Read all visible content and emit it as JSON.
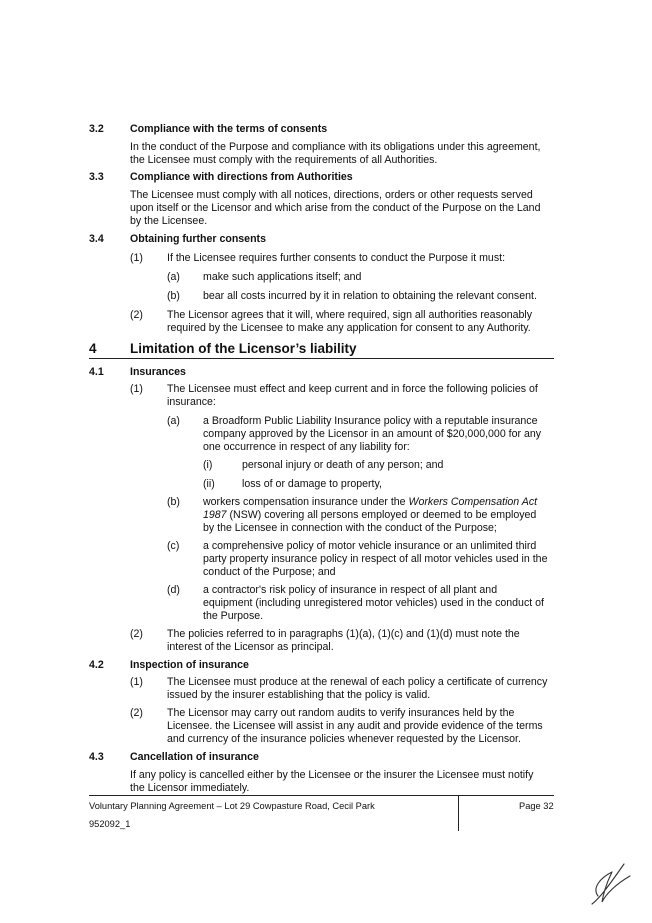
{
  "s32": {
    "num": "3.2",
    "title": "Compliance with the terms of consents",
    "l1": "In the conduct of the Purpose and compliance with its obligations under this agreement,",
    "l2": "the Licensee must comply with the requirements of all Authorities."
  },
  "s33": {
    "num": "3.3",
    "title": "Compliance with directions from Authorities",
    "l1": "The Licensee must comply with all notices, directions, orders or other requests served",
    "l2": "upon itself or the Licensor and which arise from the conduct of the Purpose on the Land",
    "l3": "by the Licensee."
  },
  "s34": {
    "num": "3.4",
    "title": "Obtaining further consents",
    "p1_num": "(1)",
    "p1": "If the Licensee requires further consents to conduct the Purpose it must:",
    "a_num": "(a)",
    "a": "make such applications itself; and",
    "b_num": "(b)",
    "b": "bear all costs incurred by it in relation to obtaining the relevant consent.",
    "p2_num": "(2)",
    "p2_l1": "The Licensor agrees that it will, where required, sign all authorities reasonably",
    "p2_l2": "required by the Licensee to make any application for consent to any Authority."
  },
  "s4": {
    "num": "4",
    "title": "Limitation of the Licensor’s liability"
  },
  "s41": {
    "num": "4.1",
    "title": "Insurances",
    "p1_num": "(1)",
    "p1_l1": "The Licensee must effect and keep current and in force the following policies of",
    "p1_l2": "insurance:",
    "a_num": "(a)",
    "a_l1": "a Broadform Public Liability Insurance policy with a reputable insurance",
    "a_l2": "company approved by the Licensor in an amount of $20,000,000 for any",
    "a_l3": "one occurrence in respect of any liability for:",
    "i_num": "(i)",
    "i": "personal injury or death of any person; and",
    "ii_num": "(ii)",
    "ii": "loss of or damage to property,",
    "b_num": "(b)",
    "b_l1a": "workers compensation insurance under the ",
    "b_l1b": "Workers Compensation Act",
    "b_l2a": "1987",
    "b_l2b": " (NSW) covering all persons employed or deemed to be employed",
    "b_l3": "by the Licensee  in connection with the conduct of the Purpose;",
    "c_num": "(c)",
    "c_l1": "a comprehensive policy of motor vehicle insurance or an unlimited third",
    "c_l2": "party property insurance policy in respect of all motor vehicles used in the",
    "c_l3": "conduct of the Purpose; and",
    "d_num": "(d)",
    "d_l1": "a contractor's risk policy of insurance in respect of all plant and",
    "d_l2": "equipment (including unregistered motor vehicles) used in the conduct of",
    "d_l3": "the Purpose.",
    "p2_num": "(2)",
    "p2_l1": "The policies referred to in paragraphs (1)(a), (1)(c) and (1)(d) must note the",
    "p2_l2": "interest of the Licensor as principal."
  },
  "s42": {
    "num": "4.2",
    "title": "Inspection of insurance",
    "p1_num": "(1)",
    "p1_l1": "The Licensee must produce at the renewal of each policy a certificate of currency",
    "p1_l2": "issued by the insurer establishing that the policy is valid.",
    "p2_num": "(2)",
    "p2_l1": "The Licensor may carry out random audits to verify insurances held by the",
    "p2_l2": "Licensee. the Licensee will assist in any audit and provide evidence of the terms",
    "p2_l3": "and currency of the insurance policies whenever requested by the Licensor."
  },
  "s43": {
    "num": "4.3",
    "title": "Cancellation of insurance",
    "l1": "If any policy is cancelled either by the Licensee or the insurer the Licensee must notify",
    "l2": "the Licensor immediately."
  },
  "footer": {
    "doc_title": "Voluntary Planning Agreement – Lot 29 Cowpasture Road, Cecil Park",
    "page": "Page 32",
    "doc_id": "952092_1"
  }
}
